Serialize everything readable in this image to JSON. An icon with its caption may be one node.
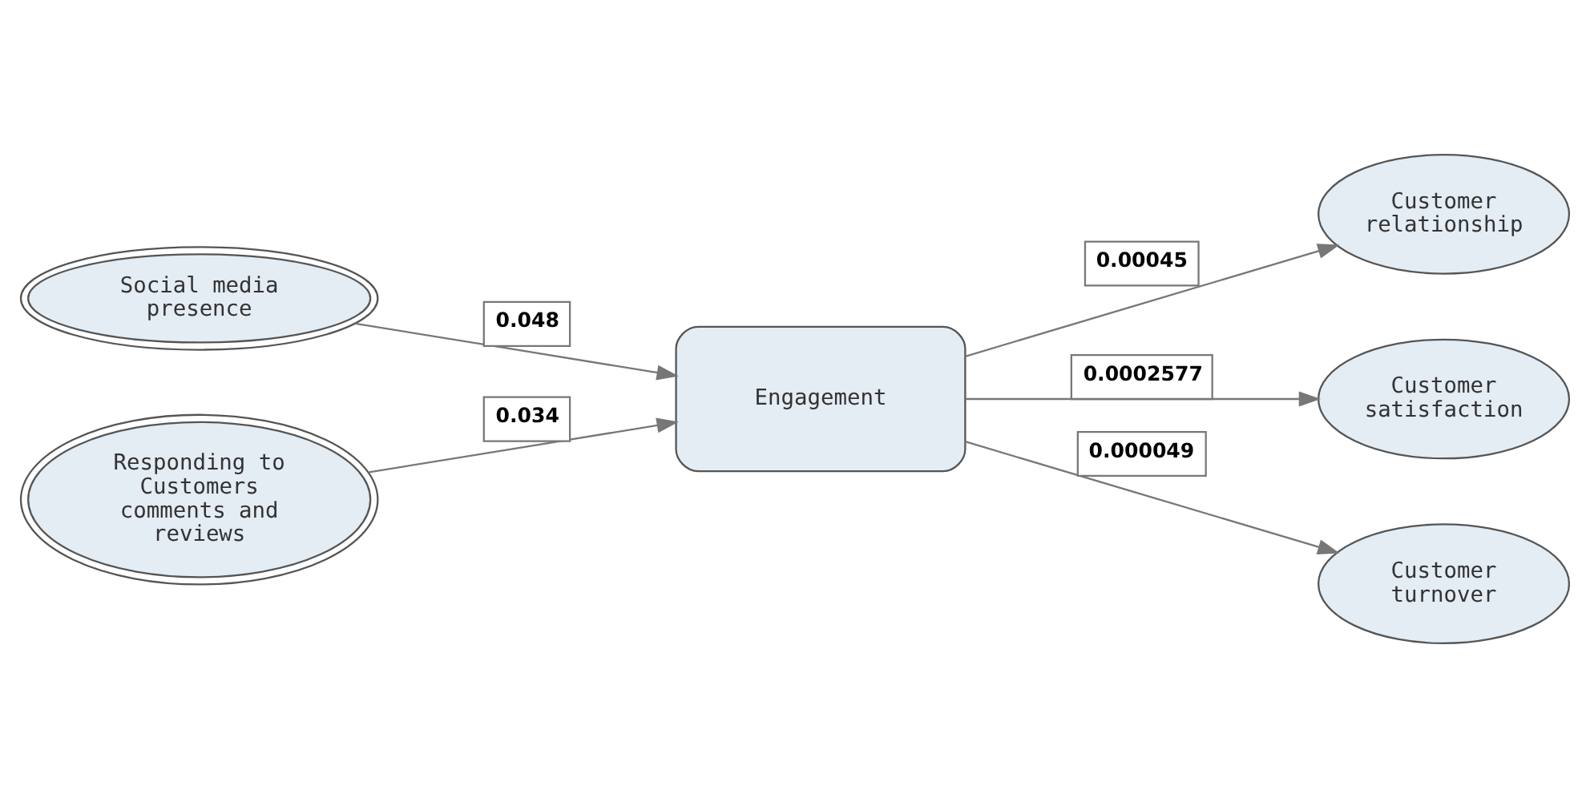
{
  "diagram": {
    "nodes": [
      {
        "text": [
          "Social media presence"
        ]
      },
      {
        "text": [
          "Responding to Customers comments and reviews"
        ]
      },
      {
        "text": [
          "Engagement"
        ]
      },
      {
        "text": [
          "Customer relationship"
        ]
      },
      {
        "text": [
          "Customer satisfaction"
        ]
      },
      {
        "text": [
          "Customer turnover"
        ]
      }
    ],
    "edges": [
      {
        "from": 0,
        "to": 2,
        "arrow": "to",
        "label": "0.048"
      },
      {
        "from": 1,
        "to": 2,
        "arrow": "to",
        "label": "0.034"
      },
      {
        "from": 2,
        "to": 3,
        "arrow": "to",
        "label": "0.00045"
      },
      {
        "from": 2,
        "to": 4,
        "arrow": "to",
        "label": "0.0002577"
      },
      {
        "from": 2,
        "to": 5,
        "arrow": "to",
        "label": "0.000049"
      }
    ]
  }
}
